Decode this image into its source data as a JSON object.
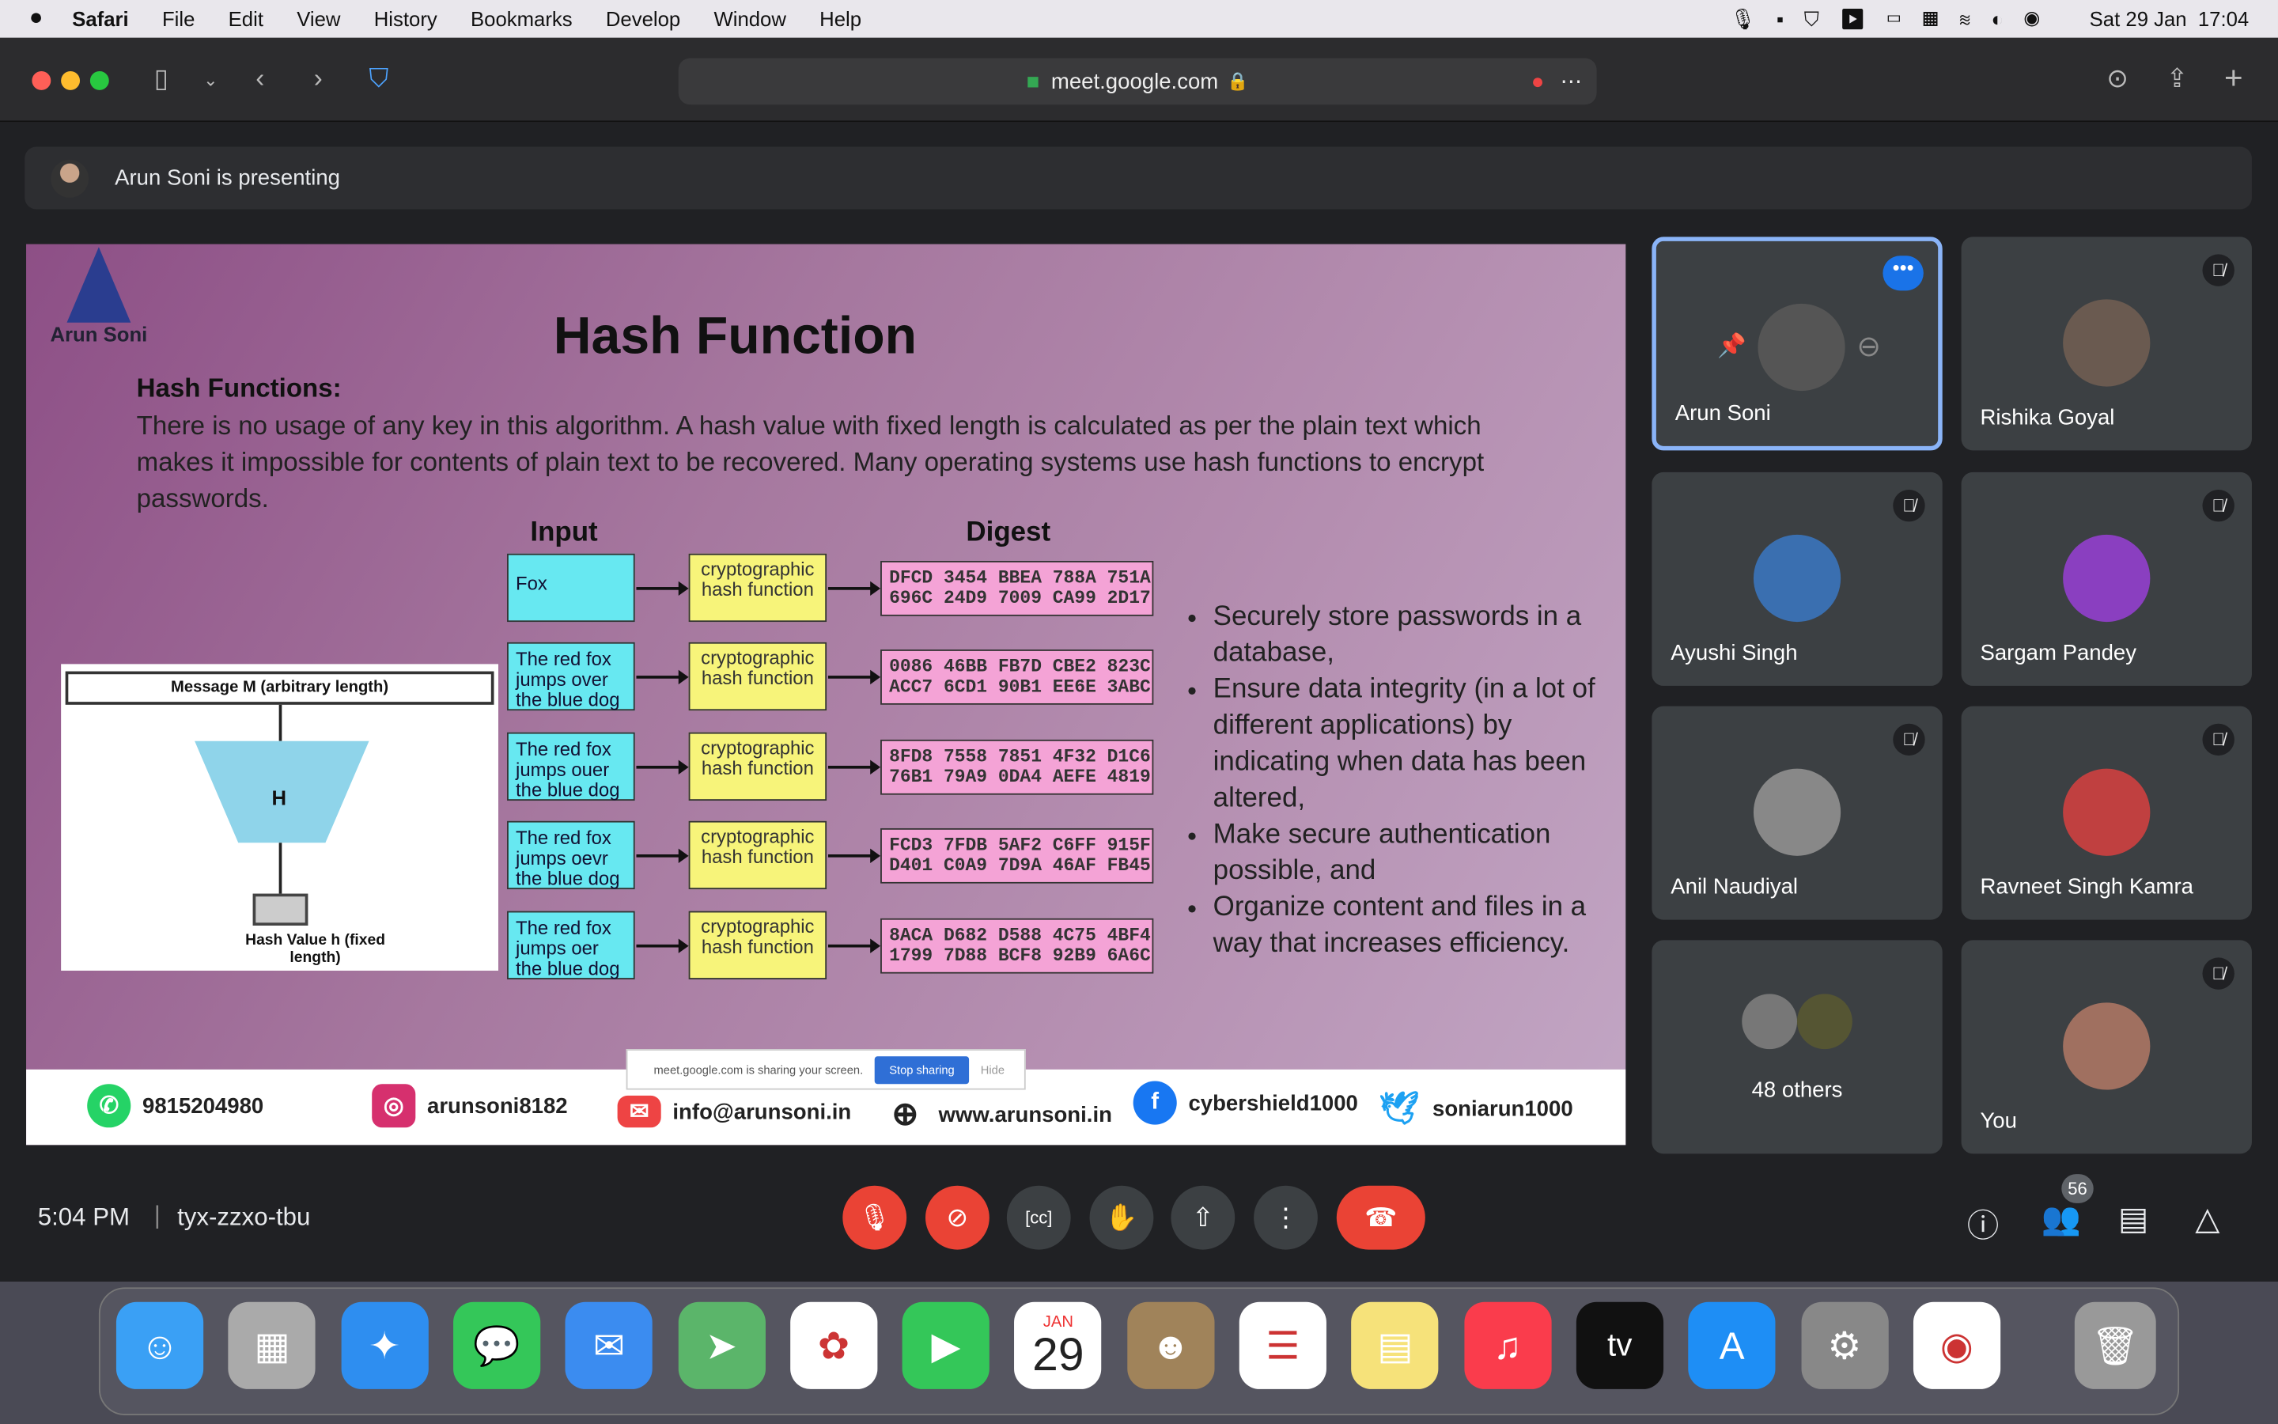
{
  "menubar": {
    "app": "Safari",
    "items": [
      "File",
      "Edit",
      "View",
      "History",
      "Bookmarks",
      "Develop",
      "Window",
      "Help"
    ],
    "datetime": "Sat 29 Jan  17:04"
  },
  "browser": {
    "url": "meet.google.com"
  },
  "meet": {
    "presenting": "Arun Soni is presenting",
    "time": "5:04 PM",
    "separator": "|",
    "code": "tyx-zzxo-tbu",
    "participant_count": "56",
    "tiles": [
      {
        "name": "Arun Soni",
        "color": "#555"
      },
      {
        "name": "Rishika Goyal",
        "color": "#6a5a50"
      },
      {
        "name": "Ayushi Singh",
        "color": "#3a6fb0"
      },
      {
        "name": "Sargam Pandey",
        "color": "#8a3fc0"
      },
      {
        "name": "Anil Naudiyal",
        "color": "#888"
      },
      {
        "name": "Ravneet Singh Kamra",
        "color": "#c04040"
      },
      {
        "name": "48 others",
        "color": "#666"
      },
      {
        "name": "You",
        "color": "#a07060"
      }
    ],
    "accent": "#8ab4f8",
    "danger": "#ea4335"
  },
  "slide": {
    "logo": "Arun Soni",
    "title": "Hash Function",
    "subtitle": "Hash Functions:",
    "paragraph": "There is no usage of any key in this algorithm. A hash value with fixed length is calculated as per the plain text which makes it impossible for contents of plain text to be recovered. Many operating systems use hash functions to encrypt passwords.",
    "input_header": "Input",
    "digest_header": "Digest",
    "rows": [
      {
        "input": "Fox",
        "hash": "cryptographic hash function",
        "digest": "DFCD 3454 BBEA 788A 751A\n696C 24D9 7009 CA99 2D17"
      },
      {
        "input": "The red fox jumps over the blue dog",
        "hash": "cryptographic hash function",
        "digest": "0086 46BB FB7D CBE2 823C\nACC7 6CD1 90B1 EE6E 3ABC"
      },
      {
        "input": "The red fox jumps ouer the blue dog",
        "hash": "cryptographic hash function",
        "digest": "8FD8 7558 7851 4F32 D1C6\n76B1 79A9 0DA4 AEFE 4819"
      },
      {
        "input": "The red fox jumps oevr the blue dog",
        "hash": "cryptographic hash function",
        "digest": "FCD3 7FDB 5AF2 C6FF 915F\nD401 C0A9 7D9A 46AF FB45"
      },
      {
        "input": "The red fox jumps oer the blue dog",
        "hash": "cryptographic hash function",
        "digest": "8ACA D682 D588 4C75 4BF4\n1799 7D88 BCF8 92B9 6A6C"
      }
    ],
    "diagram": {
      "message": "Message M (arbitrary length)",
      "h": "H",
      "output": "Hash Value h (fixed length)"
    },
    "bullets": [
      "Securely store passwords in a database,",
      "Ensure data integrity (in a lot of different applications) by indicating when data has been altered,",
      "Make secure authentication possible, and",
      "Organize content and files in a way that increases efficiency."
    ],
    "footer": {
      "phone": "9815204980",
      "instagram": "arunsoni8182",
      "email": "info@arunsoni.in",
      "web": "www.arunsoni.in",
      "facebook": "cybershield1000",
      "twitter": "soniarun1000"
    },
    "sharebar": {
      "text": "meet.google.com is sharing your screen.",
      "stop": "Stop sharing",
      "hide": "Hide"
    }
  },
  "dock": {
    "calendar_month": "JAN",
    "calendar_day": "29",
    "tv": "tv"
  }
}
